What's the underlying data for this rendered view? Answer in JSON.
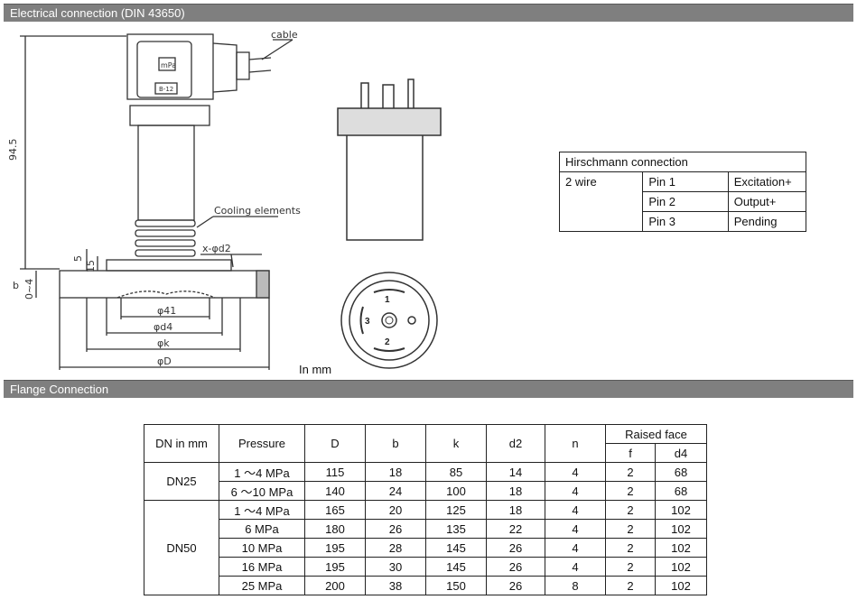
{
  "sections": {
    "electrical_title": "Electrical connection (DIN 43650)",
    "flange_title": "Flange Connection"
  },
  "drawing": {
    "labels": {
      "cable": "cable",
      "cooling": "Cooling elements",
      "height": "94.5",
      "x_d2": "x-φd2",
      "dim_5": "5",
      "dim_15": "15",
      "dim_b": "b",
      "dim_0_4": "0~4",
      "d41": "φ41",
      "d4": "φd4",
      "k": "φk",
      "D": "φD",
      "mpa": "mPa",
      "code": "B-12"
    },
    "connector_pins": {
      "pin1": "1",
      "pin2": "2",
      "pin3": "3"
    },
    "unit_note": "In mm"
  },
  "hirschmann": {
    "title": "Hirschmann connection",
    "wire_label": "2 wire",
    "pins": [
      {
        "pin": "Pin 1",
        "function": "Excitation+"
      },
      {
        "pin": "Pin 2",
        "function": "Output+"
      },
      {
        "pin": "Pin 3",
        "function": "Pending"
      }
    ]
  },
  "flange_table": {
    "headers": {
      "dn": "DN in mm",
      "pressure": "Pressure",
      "D": "D",
      "b": "b",
      "k": "k",
      "d2": "d2",
      "n": "n",
      "raised_face": "Raised face",
      "f": "f",
      "d4": "d4"
    },
    "groups": [
      {
        "dn": "DN25",
        "rows": [
          {
            "pressure": "1 ～4 MPa",
            "D": "115",
            "b": "18",
            "k": "85",
            "d2": "14",
            "n": "4",
            "f": "2",
            "d4": "68"
          },
          {
            "pressure": "6 ～10 MPa",
            "D": "140",
            "b": "24",
            "k": "100",
            "d2": "18",
            "n": "4",
            "f": "2",
            "d4": "68"
          }
        ]
      },
      {
        "dn": "DN50",
        "rows": [
          {
            "pressure": "1 ～4 MPa",
            "D": "165",
            "b": "20",
            "k": "125",
            "d2": "18",
            "n": "4",
            "f": "2",
            "d4": "102"
          },
          {
            "pressure": "6 MPa",
            "D": "180",
            "b": "26",
            "k": "135",
            "d2": "22",
            "n": "4",
            "f": "2",
            "d4": "102"
          },
          {
            "pressure": "10 MPa",
            "D": "195",
            "b": "28",
            "k": "145",
            "d2": "26",
            "n": "4",
            "f": "2",
            "d4": "102"
          },
          {
            "pressure": "16 MPa",
            "D": "195",
            "b": "30",
            "k": "145",
            "d2": "26",
            "n": "4",
            "f": "2",
            "d4": "102"
          },
          {
            "pressure": "25 MPa",
            "D": "200",
            "b": "38",
            "k": "150",
            "d2": "26",
            "n": "8",
            "f": "2",
            "d4": "102"
          }
        ]
      }
    ]
  }
}
